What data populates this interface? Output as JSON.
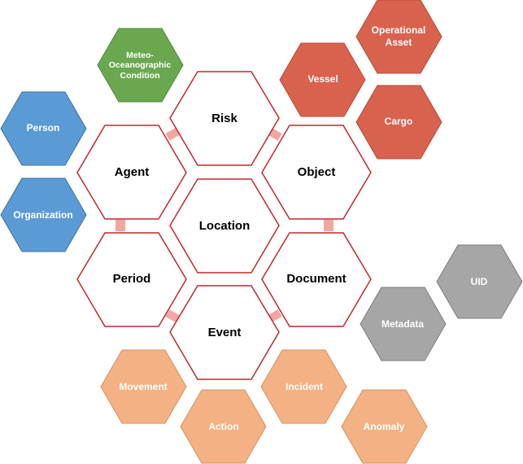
{
  "colors": {
    "core_stroke": "#c0282c",
    "connector": "#f4a6a2",
    "blue": "#5b9bd5",
    "green": "#6aa84f",
    "red": "#d9624f",
    "gray": "#a6a6a6",
    "orange": "#f4b183"
  },
  "core": {
    "risk": "Risk",
    "agent": "Agent",
    "object": "Object",
    "location": "Location",
    "period": "Period",
    "document": "Document",
    "event": "Event"
  },
  "agents": {
    "person": "Person",
    "organization": "Organization"
  },
  "conditions": {
    "meteo_line1": "Meteo-",
    "meteo_line2": "Oceanographic",
    "meteo_line3": "Condition"
  },
  "objects": {
    "vessel": "Vessel",
    "operational_asset_line1": "Operational",
    "operational_asset_line2": "Asset",
    "cargo": "Cargo"
  },
  "documents": {
    "metadata": "Metadata",
    "uid": "UID"
  },
  "events": {
    "movement": "Movement",
    "action": "Action",
    "incident": "Incident",
    "anomaly": "Anomaly"
  }
}
